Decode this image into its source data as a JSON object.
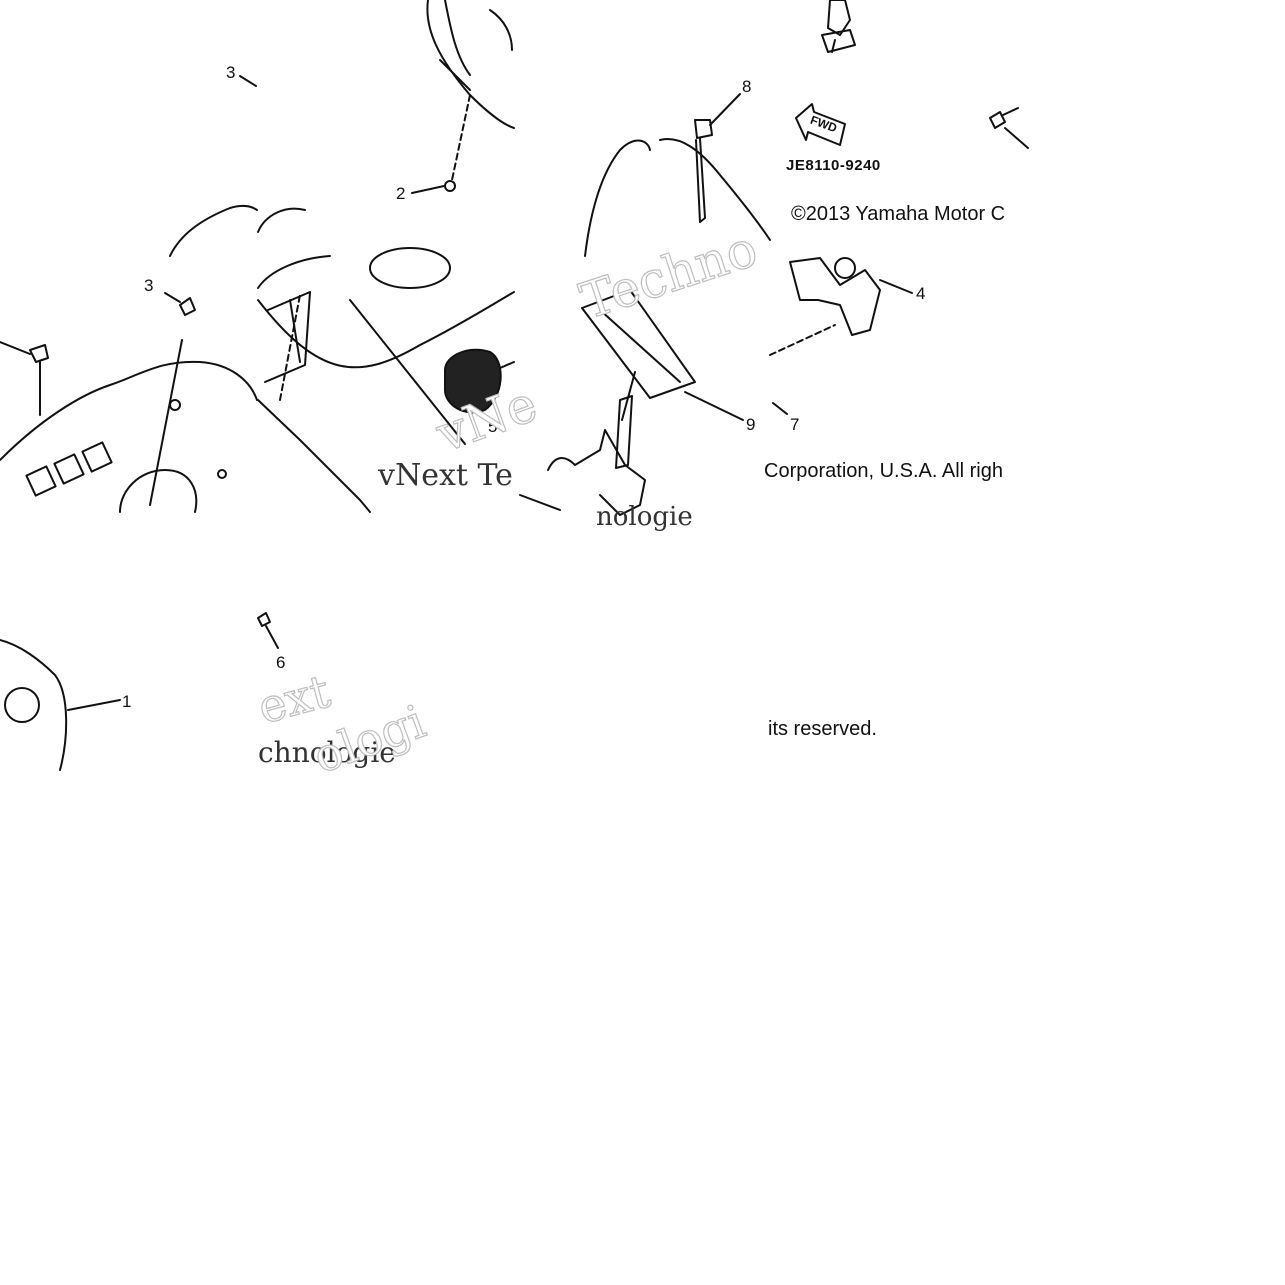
{
  "diagram": {
    "callouts": {
      "c1": "1",
      "c2": "2",
      "c3a": "3",
      "c3b": "3",
      "c4": "4",
      "c5": "5",
      "c6": "6",
      "c7": "7",
      "c8": "8",
      "c9": "9"
    },
    "part_code": "JE8110-9240",
    "fwd_arrow_label": "FWD",
    "copyright": {
      "line1": "©2013 Yamaha Motor C",
      "line2": "Corporation, U.S.A. All righ",
      "line3": "its reserved."
    },
    "watermark": {
      "w1": "vNext Te",
      "w2": "vNe",
      "w3": "Techno",
      "w4": "nologie",
      "w5": "ext",
      "w6": "chnologie",
      "w7": "ologi"
    },
    "colors": {
      "line": "#111111",
      "watermark_outline": "#bdbdbd",
      "background": "#ffffff"
    }
  }
}
